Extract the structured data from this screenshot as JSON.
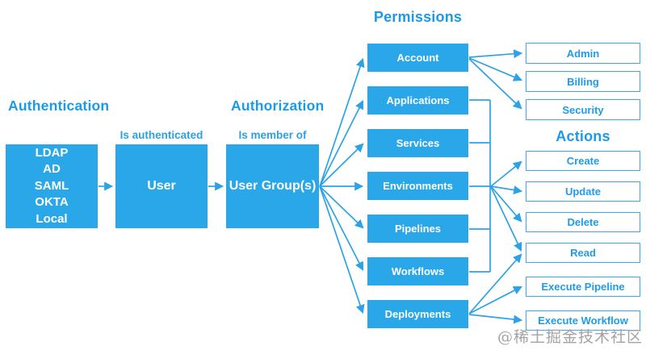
{
  "headings": {
    "authentication": "Authentication",
    "authorization": "Authorization",
    "permissions": "Permissions",
    "actions": "Actions"
  },
  "edge_labels": {
    "is_authenticated": "Is authenticated",
    "is_member_of": "Is member of"
  },
  "providers": [
    "LDAP",
    "AD",
    "SAML",
    "OKTA",
    "Local"
  ],
  "nodes": {
    "user": "User",
    "user_groups": "User Group(s)"
  },
  "permissions": [
    "Account",
    "Applications",
    "Services",
    "Environments",
    "Pipelines",
    "Workflows",
    "Deployments"
  ],
  "account_scopes": [
    "Admin",
    "Billing",
    "Security"
  ],
  "actions": [
    "Create",
    "Update",
    "Delete",
    "Read",
    "Execute Pipeline",
    "Execute Workflow"
  ],
  "edges": [
    {
      "from": "Auth providers (LDAP/AD/SAML/OKTA/Local)",
      "to": "User",
      "label": "Is authenticated"
    },
    {
      "from": "User",
      "to": "User Group(s)",
      "label": "Is member of"
    },
    {
      "from": "User Group(s)",
      "to": "Account"
    },
    {
      "from": "User Group(s)",
      "to": "Applications"
    },
    {
      "from": "User Group(s)",
      "to": "Services"
    },
    {
      "from": "User Group(s)",
      "to": "Environments"
    },
    {
      "from": "User Group(s)",
      "to": "Pipelines"
    },
    {
      "from": "User Group(s)",
      "to": "Workflows"
    },
    {
      "from": "User Group(s)",
      "to": "Deployments"
    },
    {
      "from": "Account",
      "to": "Admin"
    },
    {
      "from": "Account",
      "to": "Billing"
    },
    {
      "from": "Account",
      "to": "Security"
    },
    {
      "from": "Applications/Services/Environments/Pipelines/Workflows",
      "to": "Create"
    },
    {
      "from": "Applications/Services/Environments/Pipelines/Workflows",
      "to": "Update"
    },
    {
      "from": "Applications/Services/Environments/Pipelines/Workflows",
      "to": "Delete"
    },
    {
      "from": "Applications/Services/Environments/Pipelines/Workflows",
      "to": "Read"
    },
    {
      "from": "Deployments",
      "to": "Read"
    },
    {
      "from": "Deployments",
      "to": "Execute Pipeline"
    },
    {
      "from": "Deployments",
      "to": "Execute Workflow"
    }
  ],
  "colors": {
    "box_fill": "#2aa7e8",
    "heading_text": "#1b9ae8",
    "outline_border": "#3ea9ee",
    "outline_text": "#1e9ce9",
    "arrow": "#2da2e6",
    "watermark": "#a3a3a3"
  },
  "watermark": "@稀土掘金技术社区"
}
